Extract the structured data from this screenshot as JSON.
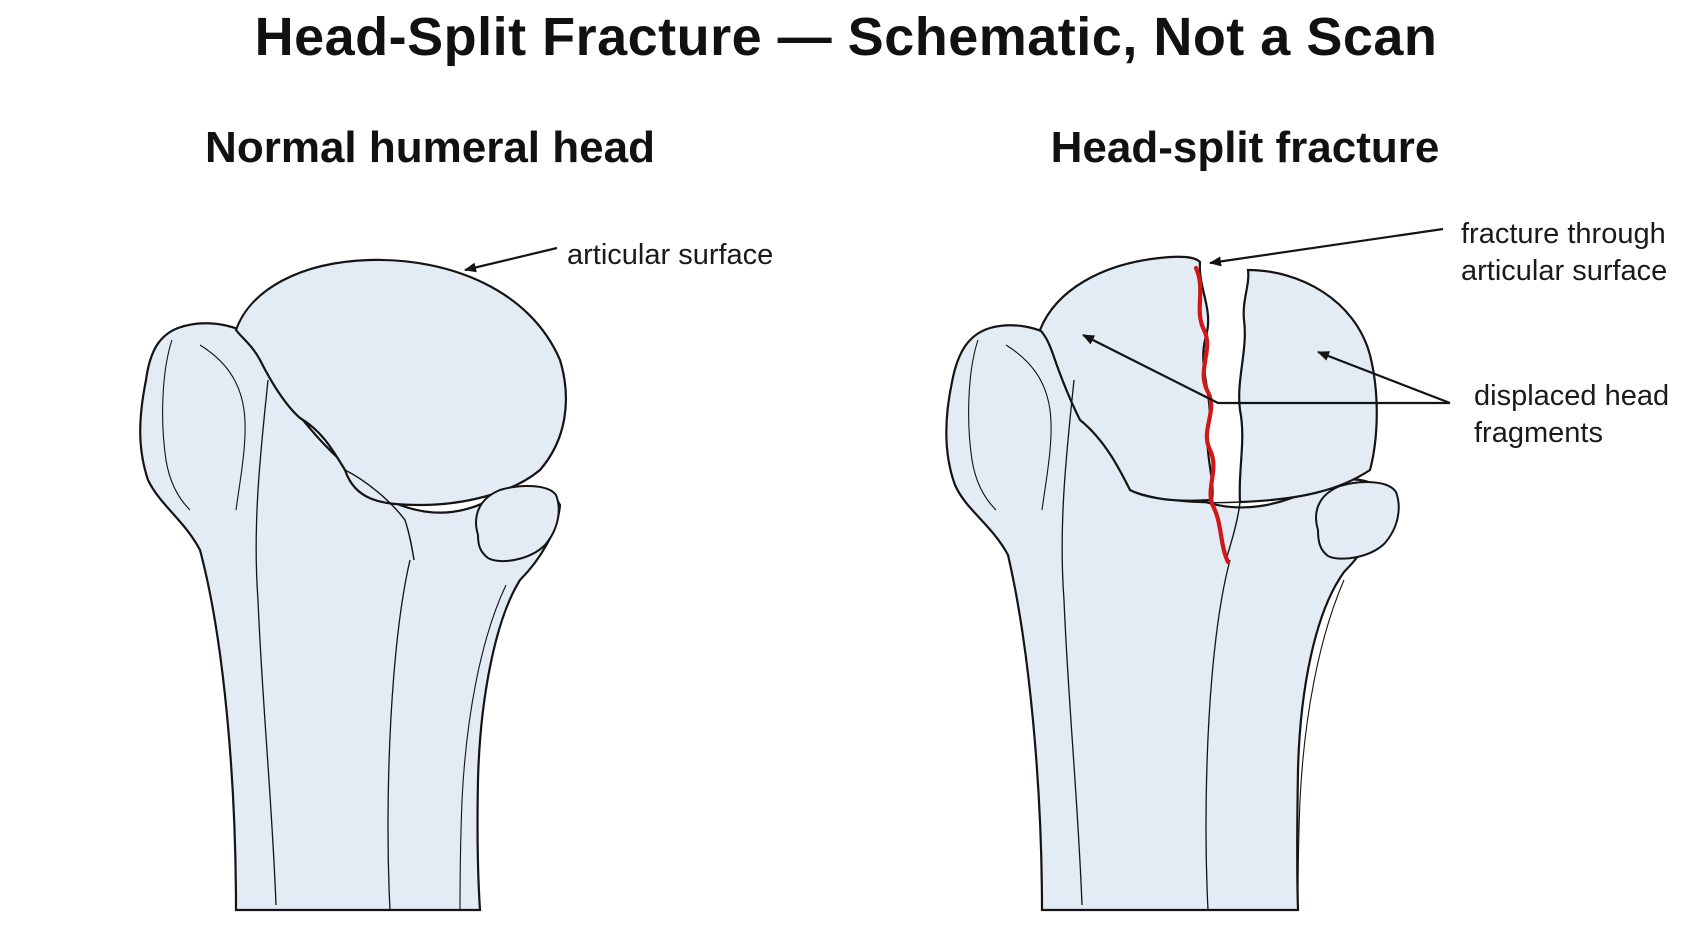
{
  "title": "Head-Split Fracture — Schematic, Not a Scan",
  "panels": {
    "normal": {
      "heading": "Normal humeral head",
      "label_articular": "articular surface"
    },
    "fracture": {
      "heading": "Head-split fracture",
      "label_fracture_line1": "fracture through",
      "label_fracture_line2": "articular surface",
      "label_fragments_line1": "displaced head",
      "label_fragments_line2": "fragments"
    }
  },
  "colors": {
    "bone_fill": "#e3ebf5",
    "outline": "#141414",
    "fracture_line": "#d01818",
    "background": "#ffffff"
  }
}
